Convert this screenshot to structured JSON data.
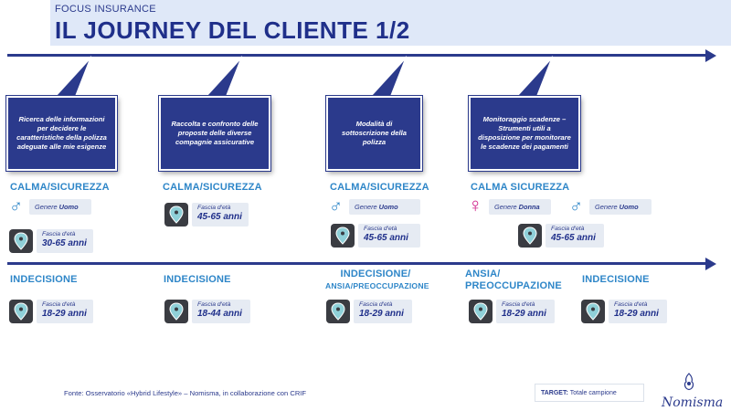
{
  "header": {
    "kicker": "FOCUS INSURANCE",
    "title": "IL JOURNEY DEL CLIENTE 1/2"
  },
  "callouts": [
    "Ricerca delle informazioni per decidere le caratteristiche della polizza adeguate alle mie esigenze",
    "Raccolta e confronto delle proposte delle diverse compagnie assicurative",
    "Modalità di sottoscrizione della polizza",
    "Monitoraggio scadenze – Strumenti utili a disposizione per monitorare le scadenze dei pagamenti"
  ],
  "top_row": {
    "moods": [
      "CALMA/SICUREZZA",
      "CALMA/SICUREZZA",
      "CALMA/SICUREZZA",
      "CALMA SICUREZZA"
    ],
    "gender_label": "Genere",
    "male": "Uomo",
    "female": "Donna",
    "age_label": "Fascia d'età",
    "ages": [
      "30-65 anni",
      "45-65 anni",
      "45-65 anni",
      "45-65 anni"
    ]
  },
  "bottom_row": {
    "moods": [
      "INDECISIONE",
      "INDECISIONE",
      "INDECISIONE/",
      "ANSIA/",
      "INDECISIONE"
    ],
    "mood_sub": [
      "ANSIA/PREOCCUPAZIONE",
      "PREOCCUPAZIONE"
    ],
    "age_label": "Fascia d'età",
    "ages": [
      "18-29 anni",
      "18-44 anni",
      "18-29 anni",
      "18-29 anni",
      "18-29 anni"
    ]
  },
  "footer": {
    "source": "Fonte: Osservatorio «Hybrid Lifestyle» – Nomisma, in collaborazione con CRIF",
    "target_label": "TARGET:",
    "target_value": "Totale campione",
    "logo": "Nomisma"
  },
  "colors": {
    "navy": "#2b3a8c",
    "mood_blue": "#2e86c8",
    "female_magenta": "#d0208a",
    "pin_teal": "#8fd0d8"
  },
  "icons": [
    "male-symbol-icon",
    "female-symbol-icon",
    "map-pin-icon",
    "nomisma-logo-icon"
  ]
}
